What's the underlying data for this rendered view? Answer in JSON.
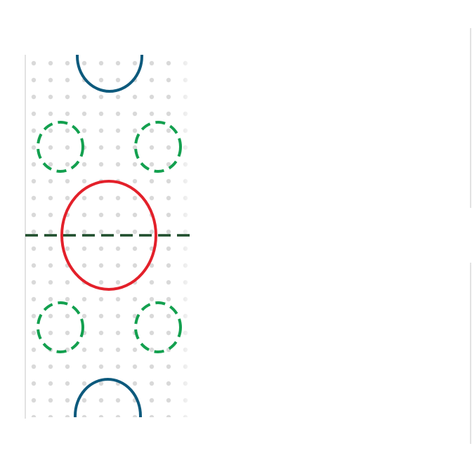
{
  "diagram": {
    "kind": "rink-layout",
    "colors": {
      "background": "#ffffff",
      "dot_pattern": "#d9d9d9",
      "boundary": "#cfcfcf",
      "goal_crease": "#0d5a7d",
      "center_circle": "#e3202a",
      "faceoff_circles": "#13a04f",
      "center_line": "#1e4d2b",
      "side_panel_edge": "#d9d9d9"
    },
    "elements": {
      "top_goal_crease": "goal-crease",
      "bottom_goal_crease": "goal-crease",
      "center_circle": "center-circle",
      "faceoff_circles": [
        "faceoff-circle",
        "faceoff-circle",
        "faceoff-circle",
        "faceoff-circle"
      ],
      "center_line": "center-line"
    }
  }
}
